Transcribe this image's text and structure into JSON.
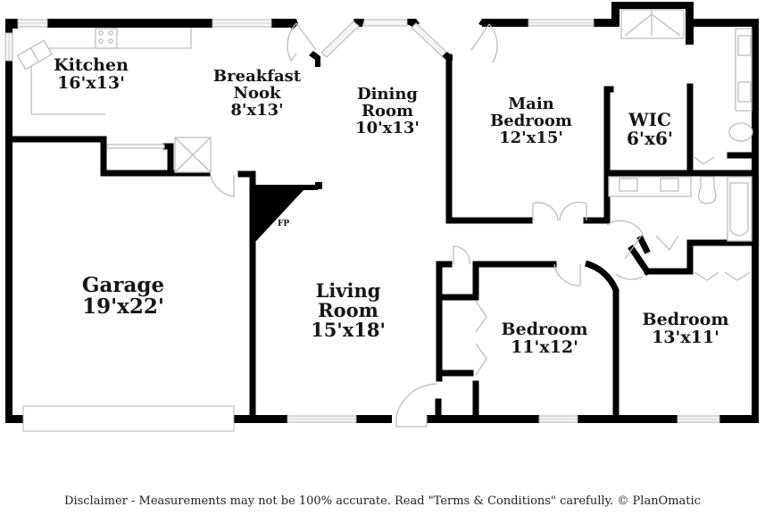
{
  "floor_plan": {
    "rooms": [
      {
        "id": "kitchen",
        "name": "Kitchen",
        "dimensions": "16'x13'"
      },
      {
        "id": "breakfast-nook",
        "name_line1": "Breakfast",
        "name_line2": "Nook",
        "dimensions": "8'x13'"
      },
      {
        "id": "dining-room",
        "name_line1": "Dining",
        "name_line2": "Room",
        "dimensions": "10'x13'"
      },
      {
        "id": "main-bedroom",
        "name_line1": "Main",
        "name_line2": "Bedroom",
        "dimensions": "12'x15'"
      },
      {
        "id": "wic",
        "name": "WIC",
        "dimensions": "6'x6'"
      },
      {
        "id": "garage",
        "name": "Garage",
        "dimensions": "19'x22'"
      },
      {
        "id": "living-room",
        "name_line1": "Living",
        "name_line2": "Room",
        "dimensions": "15'x18'"
      },
      {
        "id": "bedroom-2",
        "name": "Bedroom",
        "dimensions": "11'x12'"
      },
      {
        "id": "bedroom-3",
        "name": "Bedroom",
        "dimensions": "13'x11'"
      }
    ],
    "fireplace_label": "FP"
  },
  "footer": {
    "disclaimer": "Disclaimer - Measurements may not be 100% accurate. Read \"Terms & Conditions\" carefully. © PlanOmatic"
  }
}
